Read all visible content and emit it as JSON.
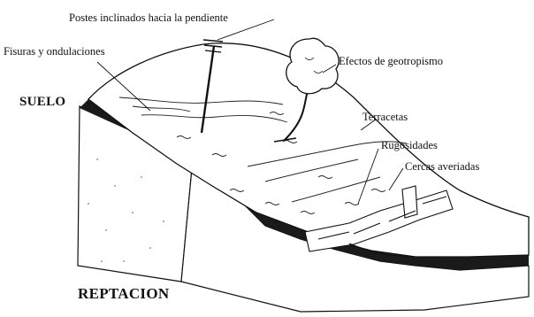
{
  "labels": {
    "postes": "Postes inclinados hacia la pendiente",
    "fisuras": "Fisuras y ondulaciones",
    "geotropismo": "Efectos de geotropismo",
    "terracetas": "Terracetas",
    "rugosidades": "Rugosidades",
    "cercas": "Cercas averiadas",
    "suelo": "SUELO",
    "reptacion": "REPTACION"
  },
  "colors": {
    "ink": "#111111",
    "paper": "#ffffff",
    "soil_band": "#1a1a1a"
  }
}
